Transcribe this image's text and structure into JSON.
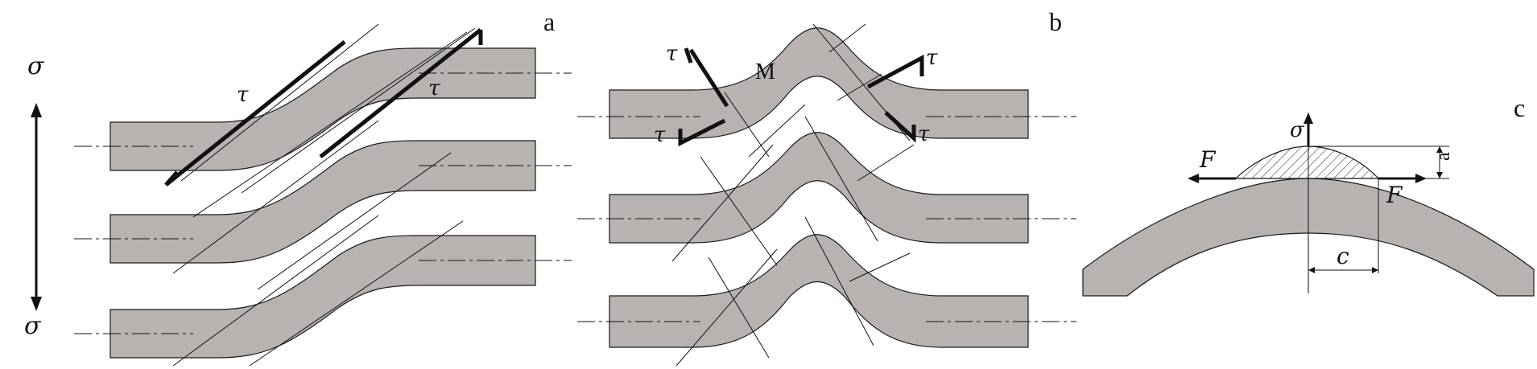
{
  "panels": {
    "a": {
      "label": "a",
      "stress_top": "σ",
      "stress_bottom": "σ",
      "shear_left": "τ",
      "shear_right": "τ"
    },
    "b": {
      "label": "b",
      "moment": "M",
      "shear_tl": "τ",
      "shear_bl": "τ",
      "shear_tr": "τ",
      "shear_br": "τ"
    },
    "c": {
      "label": "c",
      "sigma": "σ",
      "force_left": "F",
      "force_right": "F",
      "dim_a": "a",
      "dim_c": "c"
    }
  },
  "colors": {
    "band_fill": "#b8b3b1",
    "line": "#111111"
  }
}
